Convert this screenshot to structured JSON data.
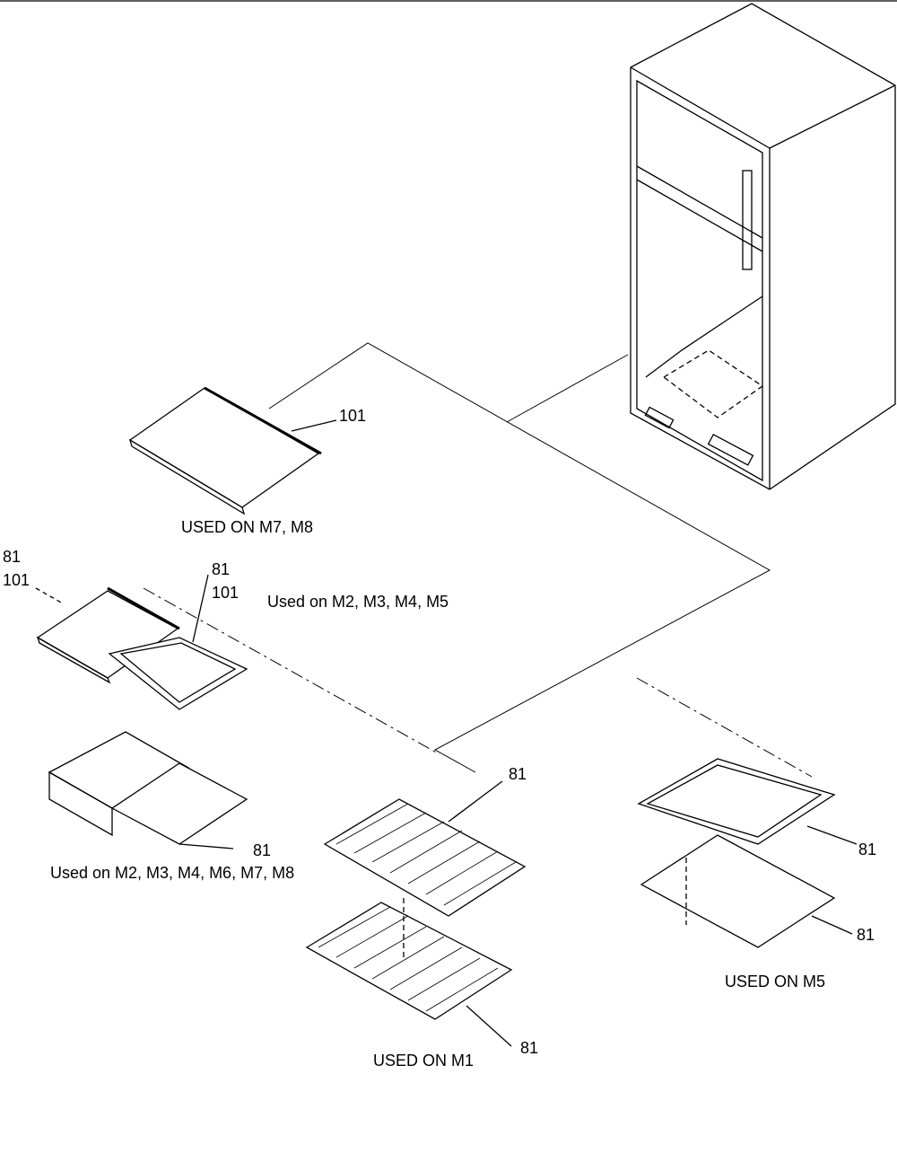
{
  "callouts": {
    "c101_top": "101",
    "c81_left_a": "81",
    "c101_left_a": "101",
    "c81_left_b": "81",
    "c101_left_b": "101",
    "c81_drawer": "81",
    "c81_wire_top": "81",
    "c81_wire_bottom": "81",
    "c81_m5_top": "81",
    "c81_m5_bottom": "81"
  },
  "captions": {
    "used_m7_m8": "USED ON M7, M8",
    "used_m2_m5": "Used on M2, M3, M4, M5",
    "used_m2_m8": "Used on M2, M3, M4, M6, M7, M8",
    "used_m5": "USED ON M5",
    "used_m1": "USED ON M1"
  }
}
